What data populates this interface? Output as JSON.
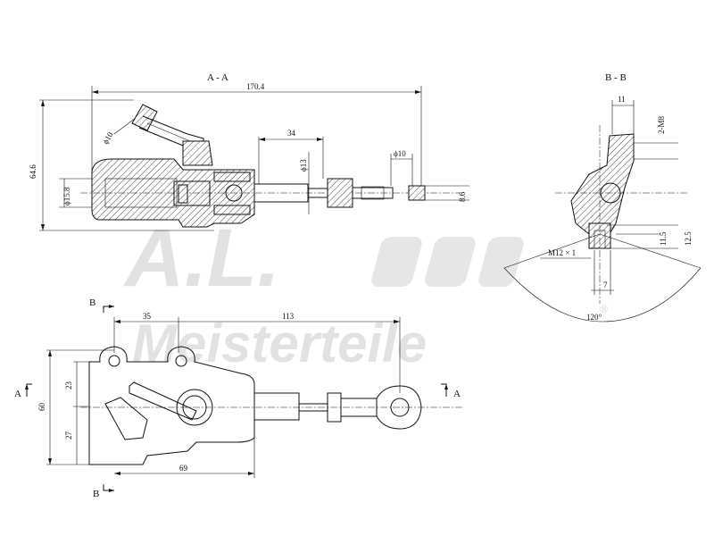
{
  "sections": {
    "aa": "A - A",
    "bb": "B - B"
  },
  "dims": {
    "overall_length": "170.4",
    "height": "64.6",
    "bore": "ϕ15.8",
    "pipe": "ϕ10",
    "rod_len": "34",
    "rod_dia": "ϕ13",
    "clevis_dia": "ϕ10",
    "clevis_h": "8.6",
    "bb_top": "11",
    "bb_thread_small": "2-M8",
    "bb_thread": "M12 × 1",
    "bb_h1": "11.5",
    "bb_h2": "12.5",
    "bb_w": "7",
    "bb_angle": "120°",
    "plan_35": "35",
    "plan_113": "113",
    "plan_60": "60",
    "plan_23": "23",
    "plan_27": "27",
    "plan_69": "69"
  },
  "markers": {
    "a": "A",
    "b": "B"
  },
  "watermark": {
    "line1": "A.L.",
    "line2": "Meisterteile",
    "reg": "®"
  }
}
